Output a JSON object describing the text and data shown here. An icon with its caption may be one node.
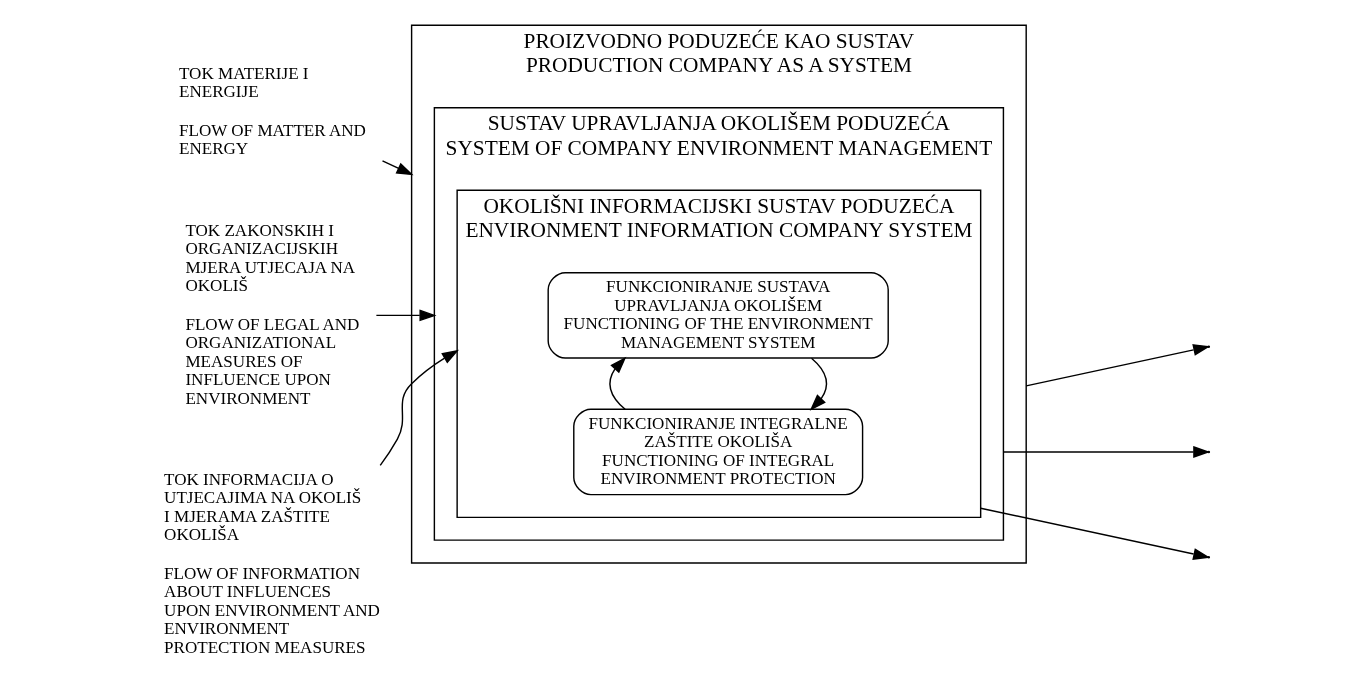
{
  "diagram": {
    "nodes": [
      {
        "text": [
          "PROIZVODNO PODUZEĆE KAO SUSTAV",
          "PRODUCTION COMPANY AS A SYSTEM"
        ]
      },
      {
        "text": [
          "SUSTAV UPRAVLJANJA OKOLIŠEM PODUZEĆA",
          "SYSTEM OF COMPANY ENVIRONMENT MANAGEMENT"
        ],
        "in": 0
      },
      {
        "text": [
          "OKOLIŠNI INFORMACIJSKI SUSTAV PODUZEĆA",
          "ENVIRONMENT INFORMATION COMPANY SYSTEM"
        ],
        "in": 1
      },
      {
        "text": [
          "FUNKCIONIRANJE SUSTAVA UPRAVLJANJA OKOLIŠEM",
          "FUNCTIONING OF THE ENVIRONMENT MANAGEMENT SYSTEM"
        ],
        "in": 2
      },
      {
        "text": [
          "FUNKCIONIRANJE INTEGRALNE ZAŠTITE OKOLIŠA",
          "FUNCTIONING OF INTEGRAL ENVIRONMENT PROTECTION"
        ],
        "in": 2
      },
      {
        "text": [
          "TOK MATERIJE I ENERGIJE",
          "FLOW OF MATTER AND ENERGY"
        ]
      },
      {
        "text": [
          "TOK ZAKONSKIH I ORGANIZACIJSKIH MJERA UTJECAJA NA OKOLIŠ",
          "FLOW OF LEGAL AND ORGANIZATIONAL MEASURES OF INFLUENCE UPON ENVIRONMENT"
        ]
      },
      {
        "text": [
          "TOK INFORMACIJA O UTJECAJIMA NA OKOLIŠ I MJERAMA ZAŠTITE OKOLIŠA",
          "FLOW OF INFORMATION ABOUT INFLUENCES UPON ENVIRONMENT AND ENVIRONMENT PROTECTION MEASURES"
        ]
      }
    ],
    "edges": [
      {
        "from": 3,
        "to": 4,
        "arrow": "to"
      },
      {
        "from": 4,
        "to": 3,
        "arrow": "to"
      },
      {
        "from": 5,
        "to": 0,
        "arrow": "to"
      },
      {
        "from": 6,
        "to": 1,
        "arrow": "to"
      },
      {
        "from": 7,
        "to": 2,
        "arrow": "to"
      },
      {
        "from": 0,
        "to": null,
        "arrow": "to"
      },
      {
        "from": 1,
        "to": null,
        "arrow": "to"
      },
      {
        "from": 2,
        "to": null,
        "arrow": "to"
      }
    ]
  }
}
